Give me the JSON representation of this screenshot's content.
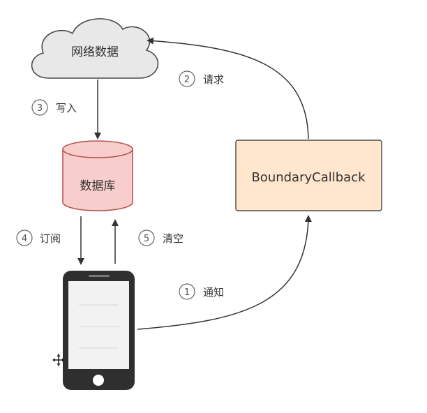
{
  "nodes": {
    "cloud": {
      "label": "网络数据",
      "fill": "#e8e8e8",
      "stroke": "#4a4a4a"
    },
    "database": {
      "label": "数据库",
      "fill": "#f8cecc",
      "stroke": "#b85450"
    },
    "callback": {
      "label": "BoundaryCallback",
      "fill": "#ffe6cc",
      "stroke": "#4a4a4a"
    },
    "phone": {
      "body_color": "#2f2f2f",
      "screen_color": "#f2f2f2"
    }
  },
  "steps": [
    {
      "num": "1",
      "text": "通知"
    },
    {
      "num": "2",
      "text": "请求"
    },
    {
      "num": "3",
      "text": "写入"
    },
    {
      "num": "4",
      "text": "订阅"
    },
    {
      "num": "5",
      "text": "清空"
    }
  ],
  "colors": {
    "arrow": "#333333",
    "circle": "#666666"
  }
}
